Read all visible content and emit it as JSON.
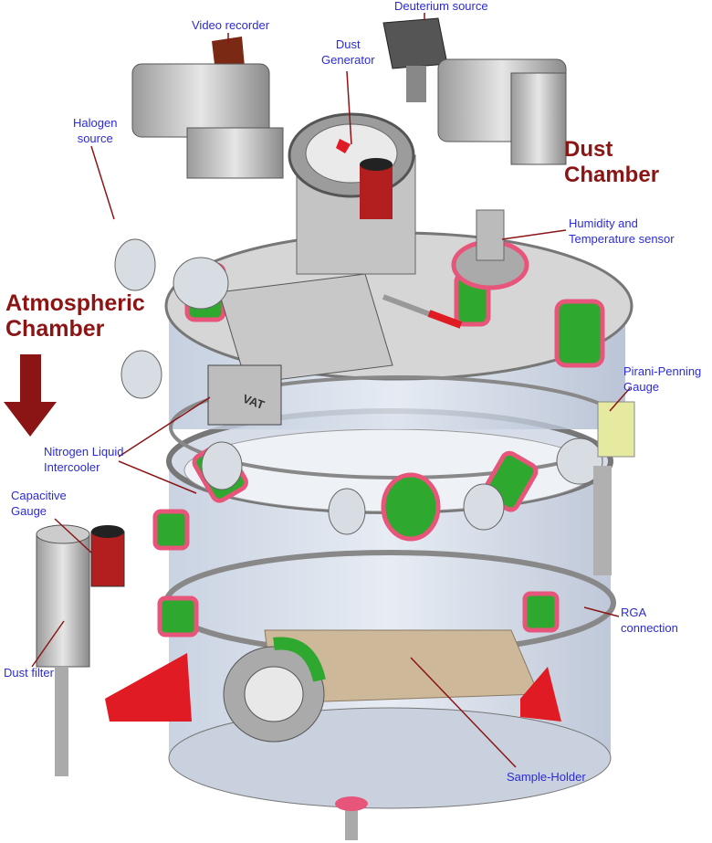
{
  "labels": {
    "video_recorder": "Video recorder",
    "deuterium_source": "Deuterium source",
    "dust_generator": [
      "Dust",
      "Generator"
    ],
    "halogen_source": [
      "Halogen",
      "source"
    ],
    "humidity_sensor": [
      "Humidity and",
      "Temperature sensor"
    ],
    "pirani_gauge": [
      "Pirani-Penning",
      "Gauge"
    ],
    "nitrogen_intercooler": [
      "Nitrogen Liquid",
      "Intercooler"
    ],
    "capacitive_gauge": [
      "Capacitive",
      "Gauge"
    ],
    "rga_connection": [
      "RGA",
      "connection"
    ],
    "dust_filter": "Dust filter",
    "sample_holder": "Sample-Holder"
  },
  "titles": {
    "dust_chamber": [
      "Dust",
      "Chamber"
    ],
    "atmospheric_chamber": [
      "Atmospheric",
      "Chamber"
    ]
  },
  "valve_brand": "VAT",
  "colors": {
    "label_text": "#2b2bd6",
    "title_text": "#8b1515",
    "leader_line": "#8b1515",
    "port_green": "#2ea82e",
    "gasket_pink": "#e8557a",
    "bracket_red": "#e01b24"
  }
}
